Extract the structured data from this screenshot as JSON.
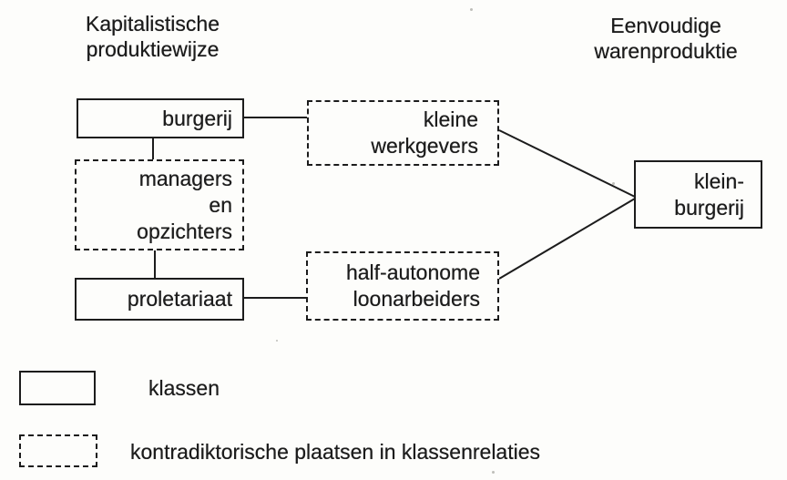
{
  "diagram": {
    "title_left": "Kapitalistische\nproduktiewijze",
    "title_right": "Eenvoudige\nwarenproduktie",
    "nodes": {
      "burgerij": {
        "label": "burgerij",
        "style": "solid"
      },
      "kleine_werkgevers": {
        "label": "kleine\nwerkgevers",
        "style": "dashed"
      },
      "managers_en_opzichters": {
        "label": "managers\nen\nopzichters",
        "style": "dashed"
      },
      "proletariaat": {
        "label": "proletariaat",
        "style": "solid"
      },
      "half_autonome_loonarbeiders": {
        "label": "half-autonome\nloonarbeiders",
        "style": "dashed"
      },
      "kleinburgerij": {
        "label": "klein-\nburgerij",
        "style": "solid"
      }
    },
    "edges": [
      {
        "from": "burgerij",
        "to": "kleine_werkgevers"
      },
      {
        "from": "burgerij",
        "to": "managers_en_opzichters"
      },
      {
        "from": "managers_en_opzichters",
        "to": "proletariaat"
      },
      {
        "from": "proletariaat",
        "to": "half_autonome_loonarbeiders"
      },
      {
        "from": "kleine_werkgevers",
        "to": "kleinburgerij"
      },
      {
        "from": "half_autonome_loonarbeiders",
        "to": "kleinburgerij"
      }
    ],
    "legend": [
      {
        "swatch": "solid",
        "label": "klassen"
      },
      {
        "swatch": "dashed",
        "label": "kontradiktorische plaatsen in klassenrelaties"
      }
    ],
    "colors": {
      "ink": "#1c1c1c",
      "paper": "#fdfdfb"
    }
  }
}
